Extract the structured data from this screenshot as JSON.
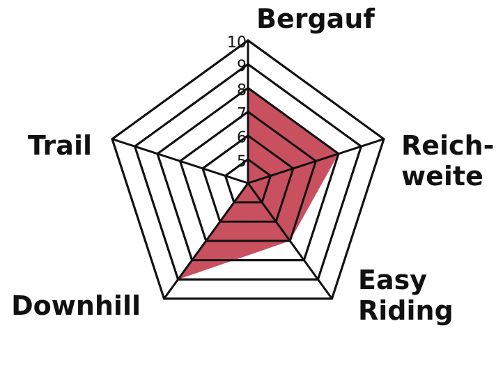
{
  "chart_data": {
    "type": "radar",
    "title": "",
    "axes": [
      {
        "lines": [
          "Bergauf"
        ],
        "value": 8
      },
      {
        "lines": [
          "Reich-",
          "weite"
        ],
        "value": 8
      },
      {
        "lines": [
          "Easy",
          "Riding"
        ],
        "value": 7
      },
      {
        "lines": [
          "Downhill"
        ],
        "value": 9
      },
      {
        "lines": [
          "Trail"
        ],
        "value": 4
      }
    ],
    "scale": {
      "min": 4,
      "max": 10,
      "ticks": [
        5,
        6,
        7,
        8,
        9,
        10
      ]
    },
    "series": [
      {
        "values": [
          8,
          8,
          7,
          9,
          4
        ],
        "color": "#c8505f"
      }
    ],
    "grid_color": "#111111"
  }
}
